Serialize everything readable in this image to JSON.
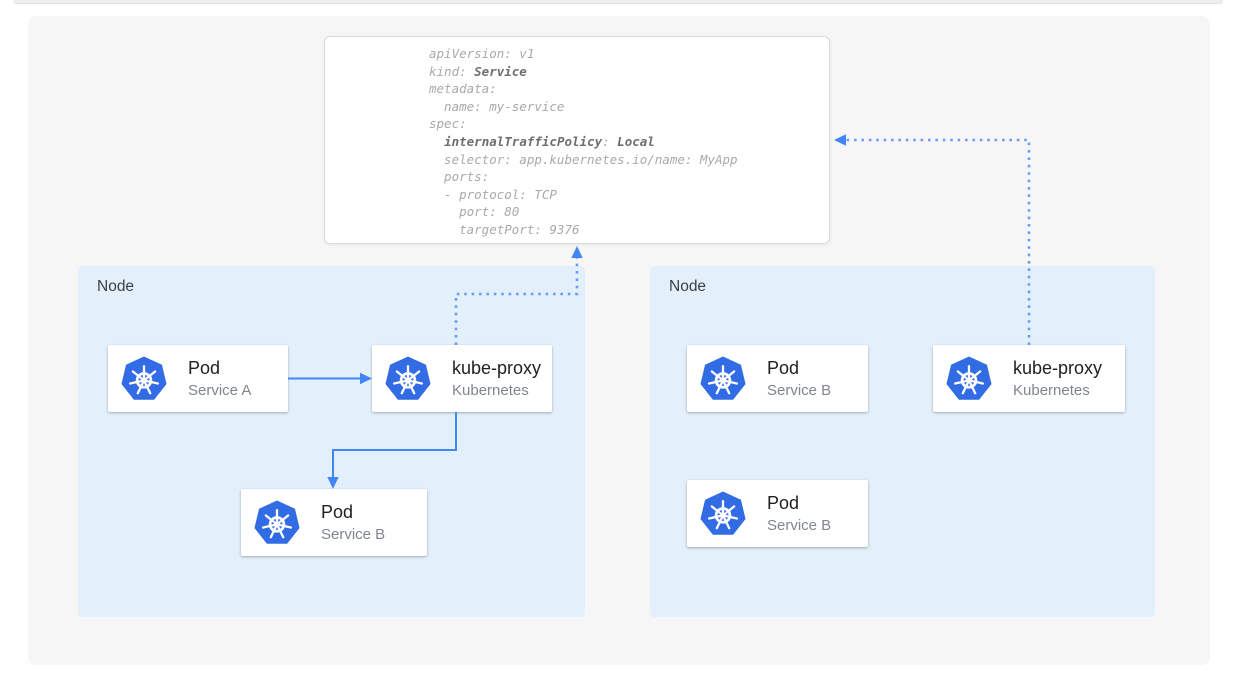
{
  "yaml_panel": {
    "lines": [
      [
        {
          "text": "apiVersion: v1",
          "bold": false
        }
      ],
      [
        {
          "text": "kind: ",
          "bold": false
        },
        {
          "text": "Service",
          "bold": true
        }
      ],
      [
        {
          "text": "metadata:",
          "bold": false
        }
      ],
      [
        {
          "text": "  name: my-service",
          "bold": false
        }
      ],
      [
        {
          "text": "spec:",
          "bold": false
        }
      ],
      [
        {
          "text": "  ",
          "bold": false
        },
        {
          "text": "internalTrafficPolicy",
          "bold": true
        },
        {
          "text": ": ",
          "bold": false
        },
        {
          "text": "Local",
          "bold": true
        }
      ],
      [
        {
          "text": "  selector: app.kubernetes.io/name: MyApp",
          "bold": false
        }
      ],
      [
        {
          "text": "  ports:",
          "bold": false
        }
      ],
      [
        {
          "text": "  - protocol: TCP",
          "bold": false
        }
      ],
      [
        {
          "text": "    port: 80",
          "bold": false
        }
      ],
      [
        {
          "text": "    targetPort: 9376",
          "bold": false
        }
      ]
    ]
  },
  "nodes": [
    {
      "label": "Node",
      "cards": [
        {
          "title": "Pod",
          "subtitle": "Service A",
          "icon": "kubernetes-icon"
        },
        {
          "title": "kube-proxy",
          "subtitle": "Kubernetes",
          "icon": "kubernetes-icon"
        },
        {
          "title": "Pod",
          "subtitle": "Service B",
          "icon": "kubernetes-icon"
        }
      ]
    },
    {
      "label": "Node",
      "cards": [
        {
          "title": "Pod",
          "subtitle": "Service B",
          "icon": "kubernetes-icon"
        },
        {
          "title": "kube-proxy",
          "subtitle": "Kubernetes",
          "icon": "kubernetes-icon"
        },
        {
          "title": "Pod",
          "subtitle": "Service B",
          "icon": "kubernetes-icon"
        }
      ]
    }
  ],
  "arrows": [
    {
      "from": "pod-service-a",
      "to": "kube-proxy-node-1",
      "style": "solid"
    },
    {
      "from": "kube-proxy-node-1",
      "to": "pod-service-b-node-1",
      "style": "solid"
    },
    {
      "from": "kube-proxy-node-1",
      "to": "service-yaml-spec",
      "style": "dotted"
    },
    {
      "from": "kube-proxy-node-2",
      "to": "service-yaml-spec",
      "style": "dotted"
    }
  ],
  "colors": {
    "canvas_bg": "#f6f6f6",
    "node_bg": "#e3f0fc",
    "kubernetes_blue": "#326ce5",
    "arrow_solid": "#4285f4",
    "arrow_dotted": "#689cf7",
    "yaml_text": "#a9a9a9",
    "yaml_bold": "#6e6e6e",
    "card_title": "#202124",
    "card_subtitle": "#7f868c",
    "node_label": "#3c4043"
  }
}
